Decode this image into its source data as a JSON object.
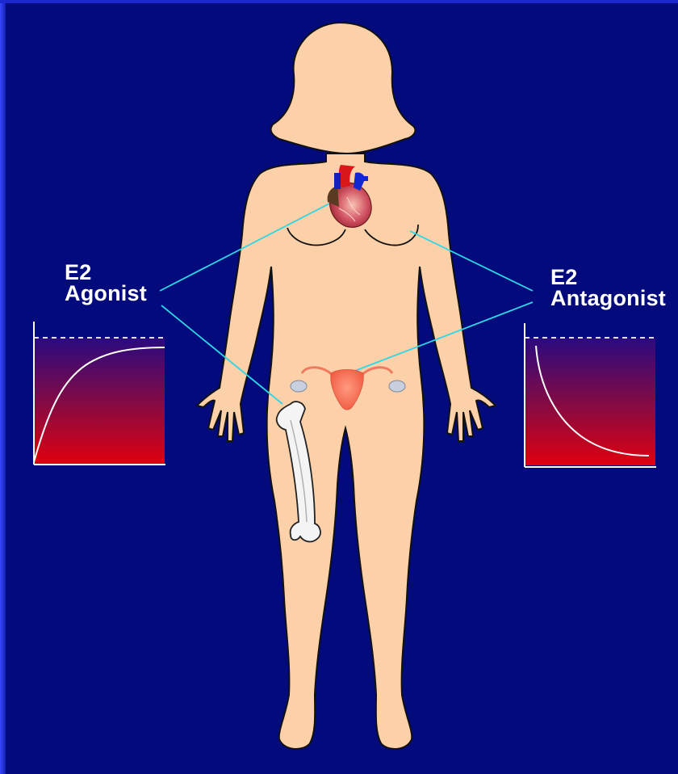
{
  "labels": {
    "agonist": {
      "line1": "E2",
      "line2": "Agonist"
    },
    "antagonist": {
      "line1": "E2",
      "line2": "Antagonist"
    }
  },
  "colors": {
    "background": "#020a7c",
    "skin": "#fcd0a8",
    "leader_line": "#2fd6e6",
    "graph_top": "#2a0a80",
    "graph_bottom": "#e00010"
  },
  "organs": [
    "heart",
    "breast",
    "uterus",
    "ovaries",
    "femur"
  ],
  "graphs": {
    "agonist": {
      "trend": "rising to plateau"
    },
    "antagonist": {
      "trend": "falling decay"
    }
  }
}
